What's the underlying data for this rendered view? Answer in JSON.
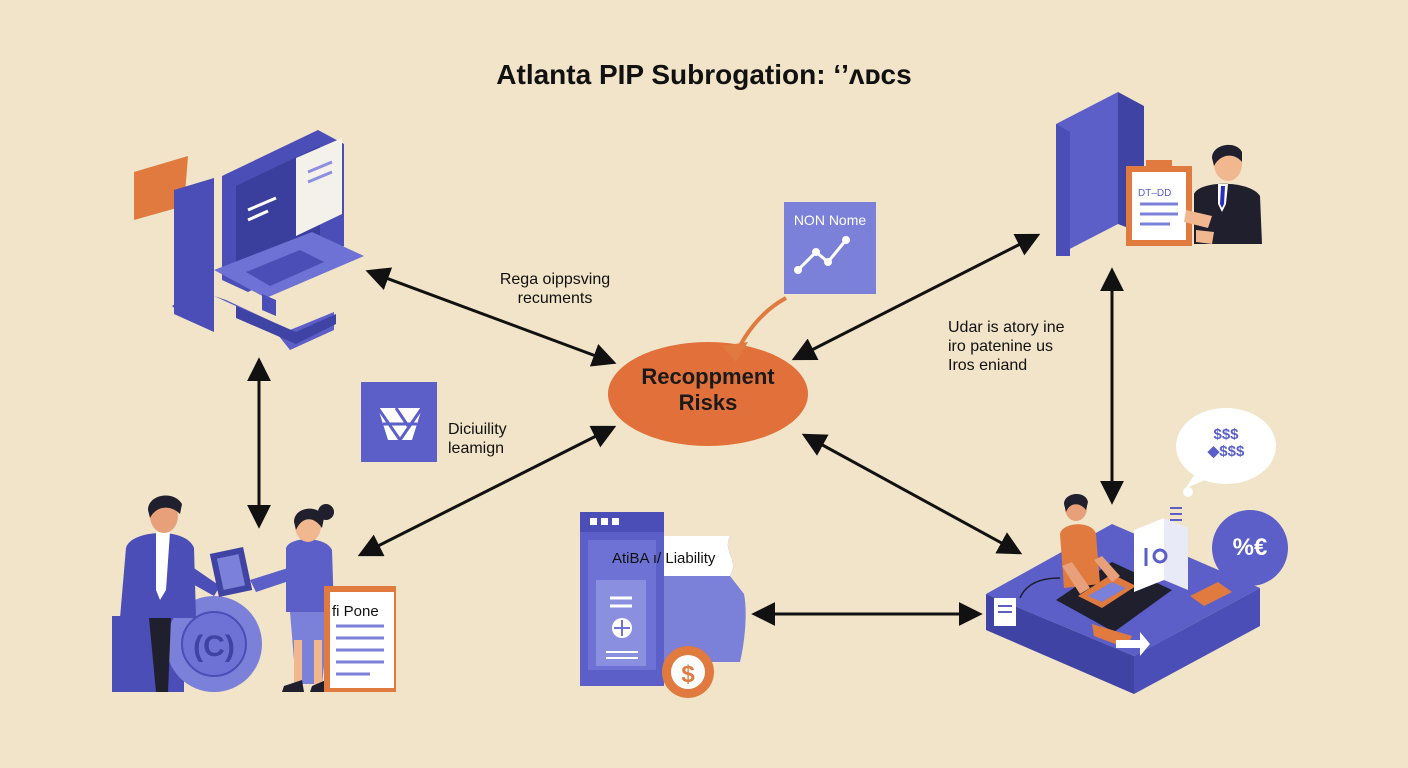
{
  "title": "Atlanta PIP Subrogation: ‘’ʌᴅᴄs",
  "hub": {
    "line1": "Recoppment",
    "line2": "Risks"
  },
  "labels": {
    "top_left_arrow": [
      "Rega oippsving",
      "recuments"
    ],
    "non_none_card": "NON Nome",
    "right_arrow": [
      "Udar is atory ine",
      "iro patenine us",
      "Iros eniand"
    ],
    "diciuility": [
      "Diciuility",
      "leamign"
    ],
    "phone_doc": "fi Pone",
    "liability_doc": "AtiBA ı/ Liability",
    "speech_bubble": [
      "$$$",
      "◆$$$"
    ],
    "lawyer_doc": "DT–DD",
    "percent_badge": "%€"
  },
  "colors": {
    "background": "#f1e4c8",
    "accent_purple": "#5b5fc7",
    "purple_light": "#7b80d8",
    "purple_dark": "#3f43a3",
    "accent_orange": "#e07a3e",
    "hub_fill": "#e2703a"
  }
}
